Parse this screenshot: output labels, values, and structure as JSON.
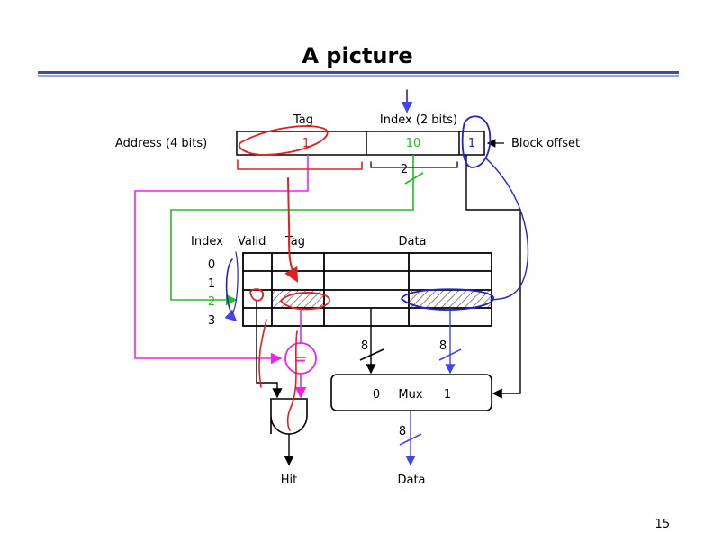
{
  "slide": {
    "title": "A picture",
    "page_number": "15"
  },
  "address": {
    "label": "Address (4 bits)",
    "tag_label": "Tag",
    "index_label": "Index (2 bits)",
    "tag_value": "1",
    "index_value": "10",
    "offset_value": "1",
    "block_offset_label": "Block offset",
    "index_width": "2"
  },
  "cache": {
    "col_index": "Index",
    "col_valid": "Valid",
    "col_tag": "Tag",
    "col_data": "Data",
    "rows": [
      "0",
      "1",
      "2",
      "3"
    ]
  },
  "logic": {
    "comparator": "=",
    "mux_label": "Mux",
    "mux_in0": "0",
    "mux_in1": "1",
    "width_left": "8",
    "width_right": "8",
    "width_out": "8",
    "hit_label": "Hit",
    "data_label": "Data"
  },
  "colors": {
    "title_rule_blue": "#3b4fa8",
    "magenta": "#ee22ee",
    "green": "#22bb22",
    "red": "#e02020",
    "blue": "#2222cc",
    "blue_light": "#4444ee"
  }
}
